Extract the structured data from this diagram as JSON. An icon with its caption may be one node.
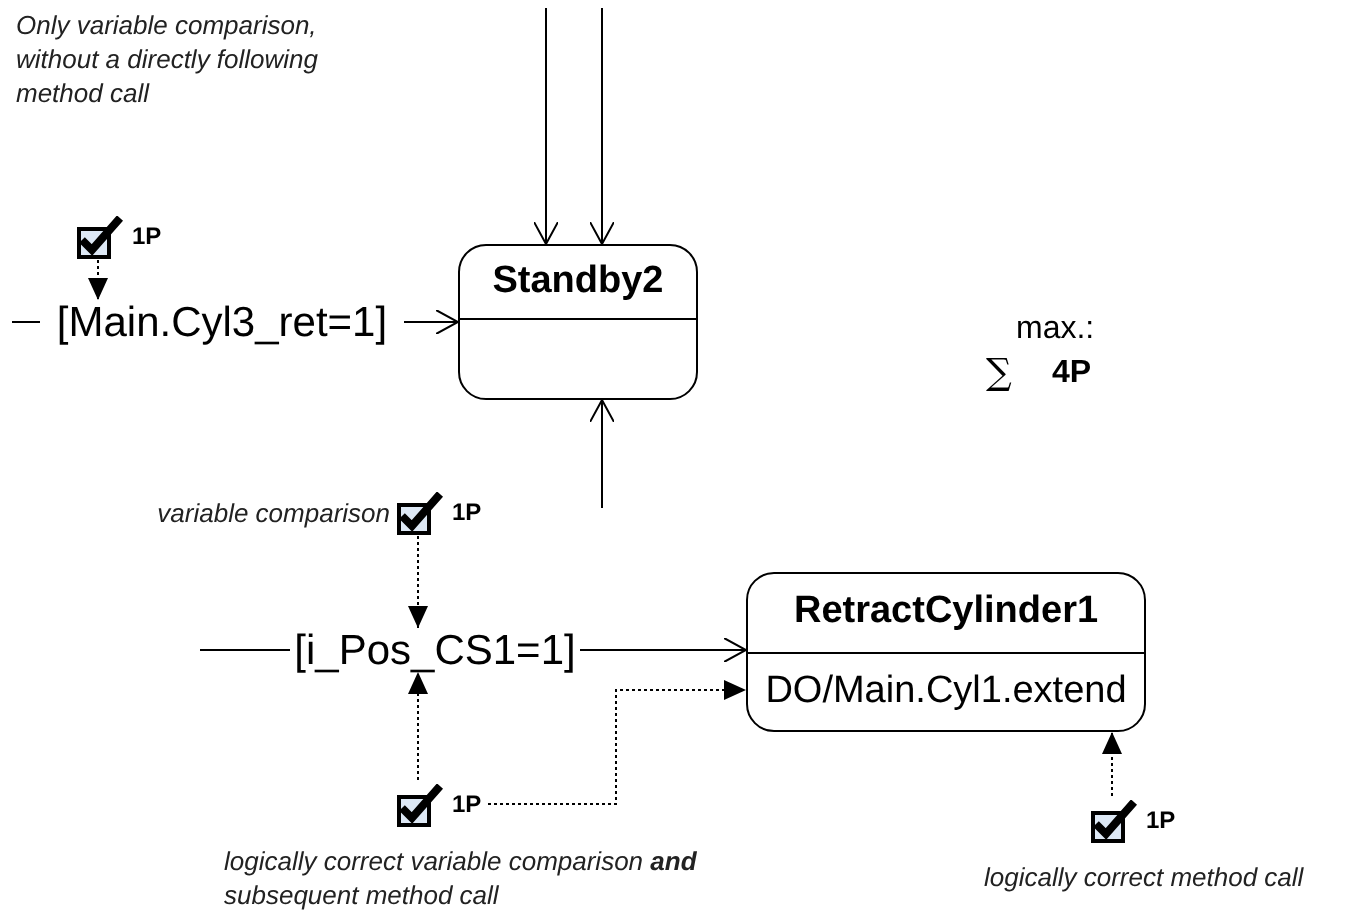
{
  "diagram": {
    "nodes": [
      {
        "text": [
          "Standby2"
        ]
      },
      {
        "text": [
          "[Main.Cyl3_ret=1]"
        ]
      },
      {
        "text": [
          "[i_Pos_CS1=1]"
        ]
      },
      {
        "text": [
          "RetractCylinder1",
          "DO/Main.Cyl1.extend"
        ]
      },
      {
        "text": [
          "1P"
        ]
      },
      {
        "text": [
          "1P"
        ],
        "beside": [
          "variable comparison"
        ]
      },
      {
        "text": [
          "1P"
        ],
        "beside": [
          "logically correct variable comparison **and** subsequent method call"
        ]
      },
      {
        "text": [
          "1P"
        ],
        "beside": [
          "logically correct method call"
        ]
      }
    ],
    "edges": [
      {
        "from": null,
        "to": 0,
        "arrow": "to"
      },
      {
        "from": null,
        "to": 0,
        "arrow": "to"
      },
      {
        "from": null,
        "to": 0,
        "arrow": "to"
      },
      {
        "from": null,
        "to": 1,
        "arrow": "none"
      },
      {
        "from": 1,
        "to": 0,
        "arrow": "to"
      },
      {
        "from": null,
        "to": 2,
        "arrow": "none"
      },
      {
        "from": 2,
        "to": 3,
        "arrow": "to"
      },
      {
        "from": 4,
        "to": 1,
        "arrow": "to",
        "style": "dashed"
      },
      {
        "from": 5,
        "to": 2,
        "arrow": "to",
        "style": "dashed"
      },
      {
        "from": 6,
        "to": 2,
        "arrow": "to",
        "style": "dashed"
      },
      {
        "from": 6,
        "to": 3,
        "arrow": "to",
        "style": "dashed"
      },
      {
        "from": 7,
        "to": 3,
        "arrow": "to",
        "style": "dashed"
      }
    ],
    "labels": [
      "Only variable comparison, without a directly following method call",
      "max.:",
      "∑",
      "4P"
    ]
  }
}
